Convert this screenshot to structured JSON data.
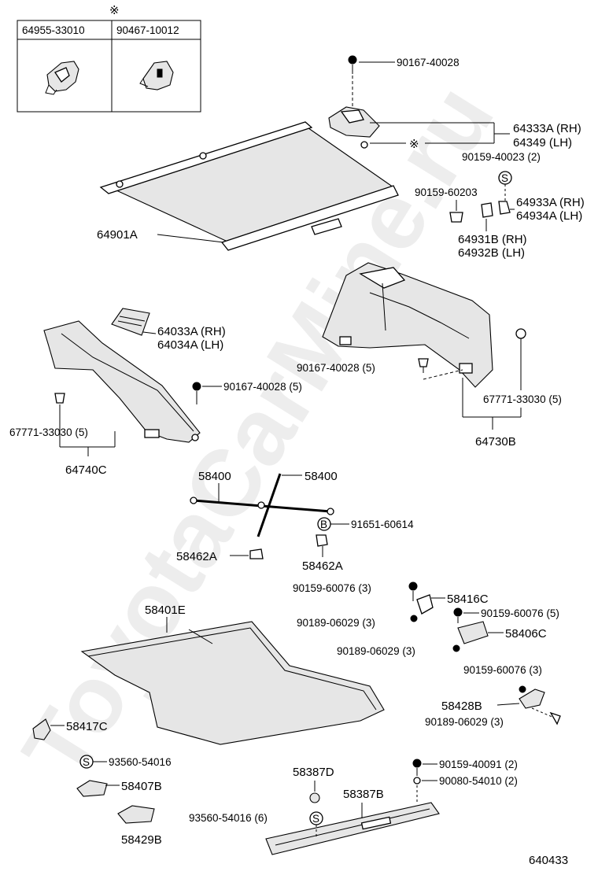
{
  "watermark": "ToyotaCarMine.ru",
  "diagram_code": "640433",
  "note_symbol": "※",
  "inset_table": {
    "headers": [
      "64955-33010",
      "90467-10012"
    ]
  },
  "badges": {
    "s": "S",
    "b": "B"
  },
  "labels": {
    "p90167_40028_top": "90167-40028",
    "p64333a_rh": "64333A (RH)",
    "p64349_lh": "64349    (LH)",
    "p90159_40023": "90159-40023 (2)",
    "p90159_60203": "90159-60203",
    "p64933a_rh": "64933A (RH)",
    "p64934a_lh": "64934A (LH)",
    "p64931b_rh": "64931B (RH)",
    "p64932b_lh": "64932B (LH)",
    "p64901a": "64901A",
    "p64033a_rh": "64033A (RH)",
    "p64034a_lh": "64034A (LH)",
    "p90167_40028_5_left": "90167-40028 (5)",
    "p90167_40028_5_right": "90167-40028 (5)",
    "p67771_33030_left": "67771-33030 (5)",
    "p67771_33030_right": "67771-33030 (5)",
    "p64740c": "64740C",
    "p64730b": "64730B",
    "p58400_a": "58400",
    "p58400_b": "58400",
    "p91651_60614": "91651-60614",
    "p58462a_left": "58462A",
    "p58462a_right": "58462A",
    "p90159_60076_3_a": "90159-60076 (3)",
    "p58416c": "58416C",
    "p90189_06029_3_a": "90189-06029 (3)",
    "p90159_60076_5": "90159-60076 (5)",
    "p58401e": "58401E",
    "p58406c": "58406C",
    "p90189_06029_3_b": "90189-06029 (3)",
    "p90159_60076_3_b": "90159-60076 (3)",
    "p58428b": "58428B",
    "p90189_06029_3_c": "90189-06029 (3)",
    "p58417c": "58417C",
    "p93560_54016": "93560-54016",
    "p58407b": "58407B",
    "p58387d": "58387D",
    "p90159_40091": "90159-40091 (2)",
    "p58387b": "58387B",
    "p90080_54010": "90080-54010 (2)",
    "p93560_54016_6": "93560-54016 (6)",
    "p58429b": "58429B"
  }
}
